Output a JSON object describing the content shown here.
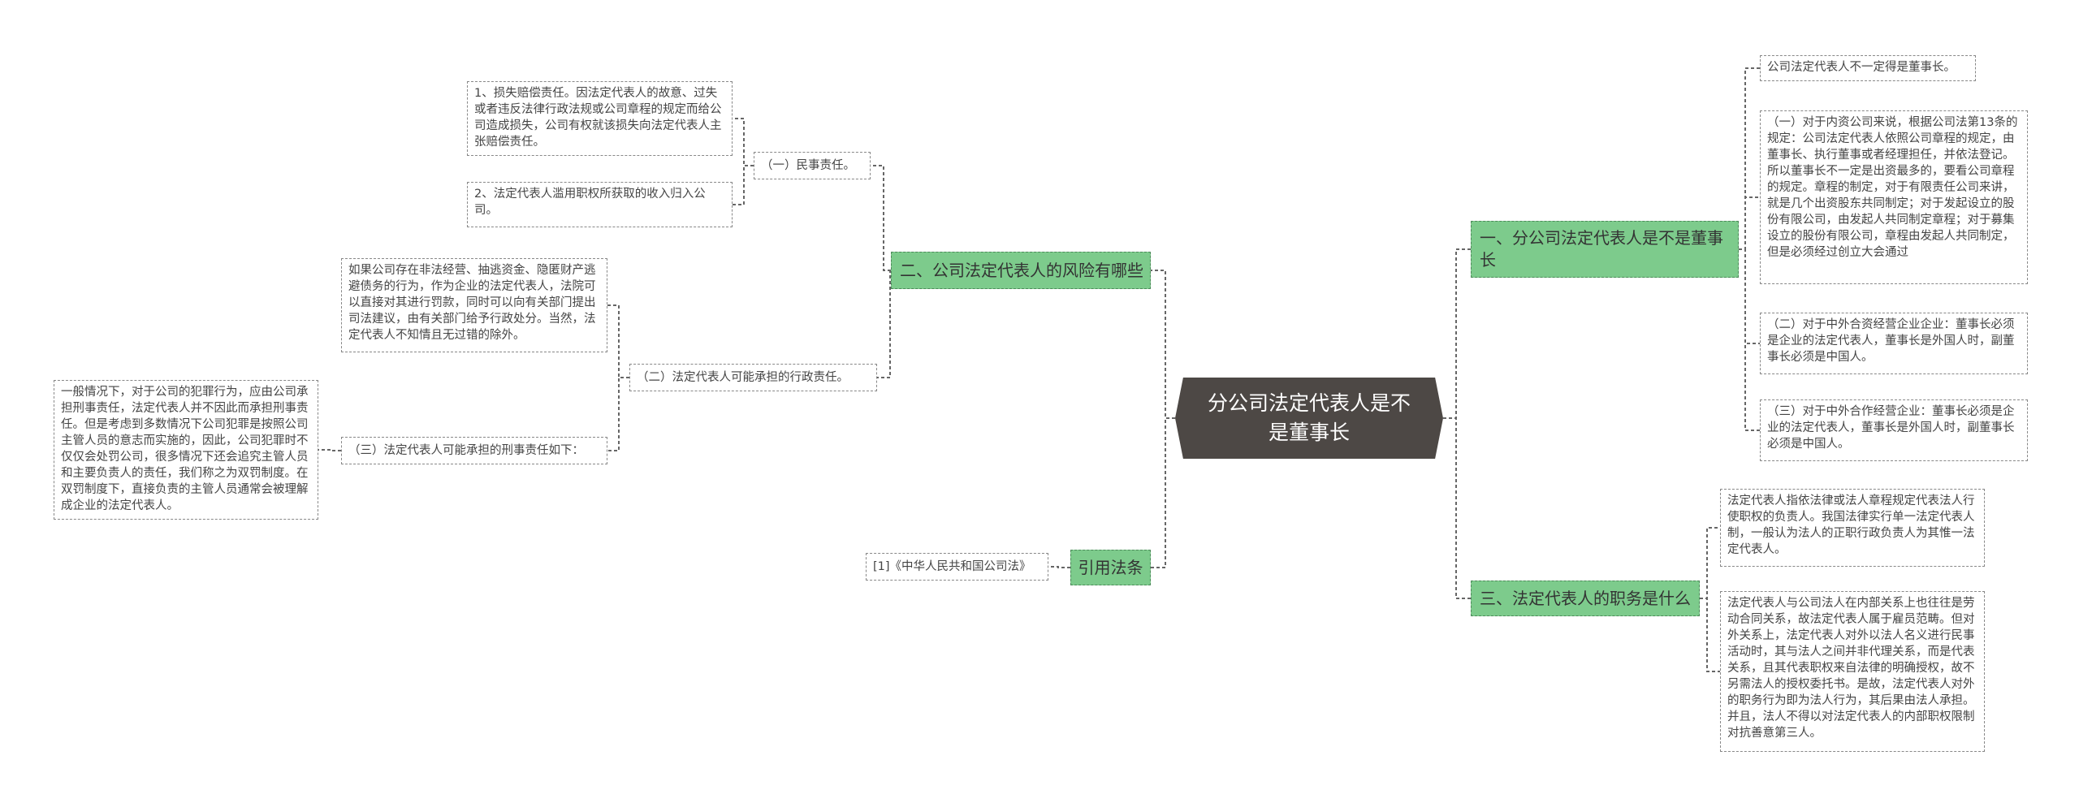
{
  "root": "分公司法定代表人是不是董事长",
  "right": {
    "b1": {
      "label": "一、分公司法定代表人是不是董事长",
      "items": [
        "公司法定代表人不一定得是董事长。",
        "（一）对于内资公司来说，根据公司法第13条的规定：公司法定代表人依照公司章程的规定，由董事长、执行董事或者经理担任，并依法登记。所以董事长不一定是出资最多的，要看公司章程的规定。章程的制定，对于有限责任公司来讲，就是几个出资股东共同制定；对于发起设立的股份有限公司，由发起人共同制定章程；对于募集设立的股份有限公司，章程由发起人共同制定，但是必须经过创立大会通过",
        "（二）对于中外合资经营企业企业：董事长必须是企业的法定代表人，董事长是外国人时，副董事长必须是中国人。",
        "（三）对于中外合作经营企业：董事长必须是企业的法定代表人，董事长是外国人时，副董事长必须是中国人。"
      ]
    },
    "b3": {
      "label": "三、法定代表人的职务是什么",
      "items": [
        "法定代表人指依法律或法人章程规定代表法人行使职权的负责人。我国法律实行单一法定代表人制，一般认为法人的正职行政负责人为其惟一法定代表人。",
        "法定代表人与公司法人在内部关系上也往往是劳动合同关系，故法定代表人属于雇员范畴。但对外关系上，法定代表人对外以法人名义进行民事活动时，其与法人之间并非代理关系，而是代表关系，且其代表职权来自法律的明确授权，故不另需法人的授权委托书。是故，法定代表人对外的职务行为即为法人行为，其后果由法人承担。并且，法人不得以对法定代表人的内部职权限制对抗善意第三人。"
      ]
    }
  },
  "left": {
    "b2": {
      "label": "二、公司法定代表人的风险有哪些",
      "civil": {
        "label": "（一）民事责任。",
        "items": [
          "1、损失赔偿责任。因法定代表人的故意、过失或者违反法律行政法规或公司章程的规定而给公司造成损失，公司有权就该损失向法定代表人主张赔偿责任。",
          "2、法定代表人滥用职权所获取的收入归入公司。"
        ]
      },
      "admin": {
        "label": "（二）法定代表人可能承担的行政责任。",
        "item": "如果公司存在非法经营、抽逃资金、隐匿财产逃避债务的行为，作为企业的法定代表人，法院可以直接对其进行罚款，同时可以向有关部门提出司法建议，由有关部门给予行政处分。当然，法定代表人不知情且无过错的除外。"
      },
      "criminal": {
        "label": "（三）法定代表人可能承担的刑事责任如下：",
        "item": "一般情况下，对于公司的犯罪行为，应由公司承担刑事责任，法定代表人并不因此而承担刑事责任。但是考虑到多数情况下公司犯罪是按照公司主管人员的意志而实施的，因此，公司犯罪时不仅仅会处罚公司，很多情况下还会追究主管人员和主要负责人的责任，我们称之为双罚制度。在双罚制度下，直接负责的主管人员通常会被理解成企业的法定代表人。"
      }
    },
    "ref": {
      "label": "引用法条",
      "item": "[1]《中华人民共和国公司法》"
    }
  },
  "colors": {
    "root_bg": "#4d4845",
    "branch_bg": "#7dcb8c",
    "line": "#666666"
  }
}
